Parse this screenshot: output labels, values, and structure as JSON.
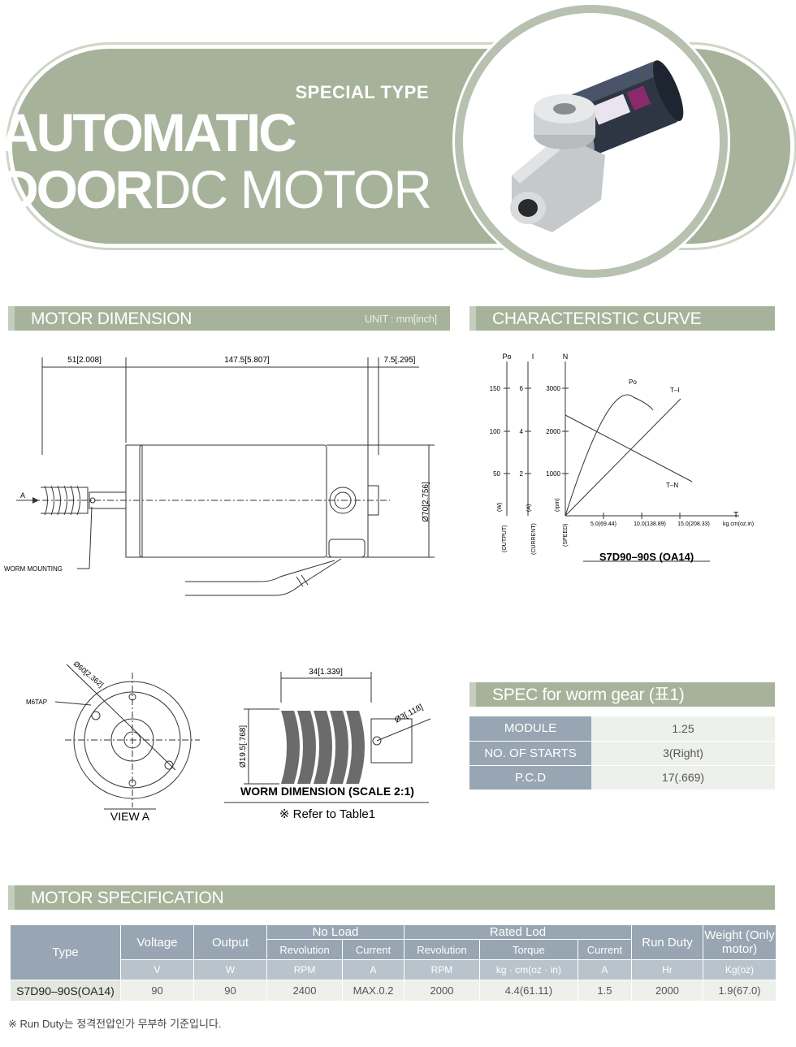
{
  "banner": {
    "subtitle": "SPECIAL TYPE",
    "title_line1": "AUTOMATIC DOOR",
    "title_line2": "DC MOTOR"
  },
  "sections": {
    "motor_dimension": "MOTOR DIMENSION",
    "unit_label": "UNIT : mm[inch]",
    "characteristic_curve": "CHARACTERISTIC CURVE",
    "spec_worm": "SPEC for worm gear (표1)",
    "motor_spec": "MOTOR SPECIFICATION"
  },
  "dimension": {
    "dim1": "51[2.008]",
    "dim2": "147.5[5.807]",
    "dim3": "7.5[.295]",
    "dia": "Ø70[2.756]",
    "arrow_a": "A",
    "worm_mounting": "WORM  MOUNTING",
    "view_a": "VIEW A",
    "m6tap": "M6TAP",
    "view_dia": "Ø60[2.362]",
    "worm_len": "34[1.339]",
    "worm_dia": "Ø19.5[.768]",
    "worm_hole": "Ø3[.118]",
    "worm_caption": "WORM  DIMENSION  (SCALE 2:1)",
    "refer": "※ Refer to Table1"
  },
  "curve": {
    "axis_po": "Po",
    "axis_i": "I",
    "axis_n": "N",
    "axis_t": "T",
    "po_ticks": [
      "150",
      "100",
      "50"
    ],
    "i_ticks": [
      "6",
      "4",
      "2"
    ],
    "n_ticks": [
      "3000",
      "2000",
      "1000"
    ],
    "t_ticks": [
      "5.0(69.44)",
      "10.0(138.89)",
      "15.0(208.33)"
    ],
    "t_unit": "kg.cm(oz.in)",
    "unit_w": "(W)",
    "unit_a": "(A)",
    "unit_rpm": "(rpm)",
    "label_output": "(OUTPUT)",
    "label_current": "(CURRENT)",
    "label_speed": "(SPEED)",
    "curve_po": "Po",
    "curve_ti": "T–I",
    "curve_tn": "T–N",
    "model": "S7D90–90S  (OA14)"
  },
  "worm_spec": [
    {
      "key": "MODULE",
      "value": "1.25"
    },
    {
      "key": "NO. OF STARTS",
      "value": "3(Right)"
    },
    {
      "key": "P.C.D",
      "value": "17(.669)"
    }
  ],
  "motor_spec": {
    "headers": {
      "type": "Type",
      "voltage": "Voltage",
      "output": "Output",
      "no_load": "No Load",
      "rated": "Rated Lod",
      "run_duty": "Run Duty",
      "weight": "Weight (Only motor)",
      "revolution": "Revolution",
      "current": "Current",
      "torque": "Torque",
      "rated_revolution": "Revolution",
      "rated_current": "Current"
    },
    "units": {
      "voltage": "V",
      "output": "W",
      "rpm": "RPM",
      "a": "A",
      "rpm2": "RPM",
      "torque": "kg · cm(oz · in)",
      "a2": "A",
      "hr": "Hr",
      "kg": "Kg(oz)"
    },
    "row": {
      "type": "S7D90–90S(OA14)",
      "voltage": "90",
      "output": "90",
      "nl_rev": "2400",
      "nl_cur": "MAX.0.2",
      "r_rev": "2000",
      "r_torque": "4.4(61.11)",
      "r_cur": "1.5",
      "duty": "2000",
      "weight": "1.9(67.0)"
    },
    "note": "※  Run Duty는 정격전압인가 무부하 기준입니다."
  }
}
